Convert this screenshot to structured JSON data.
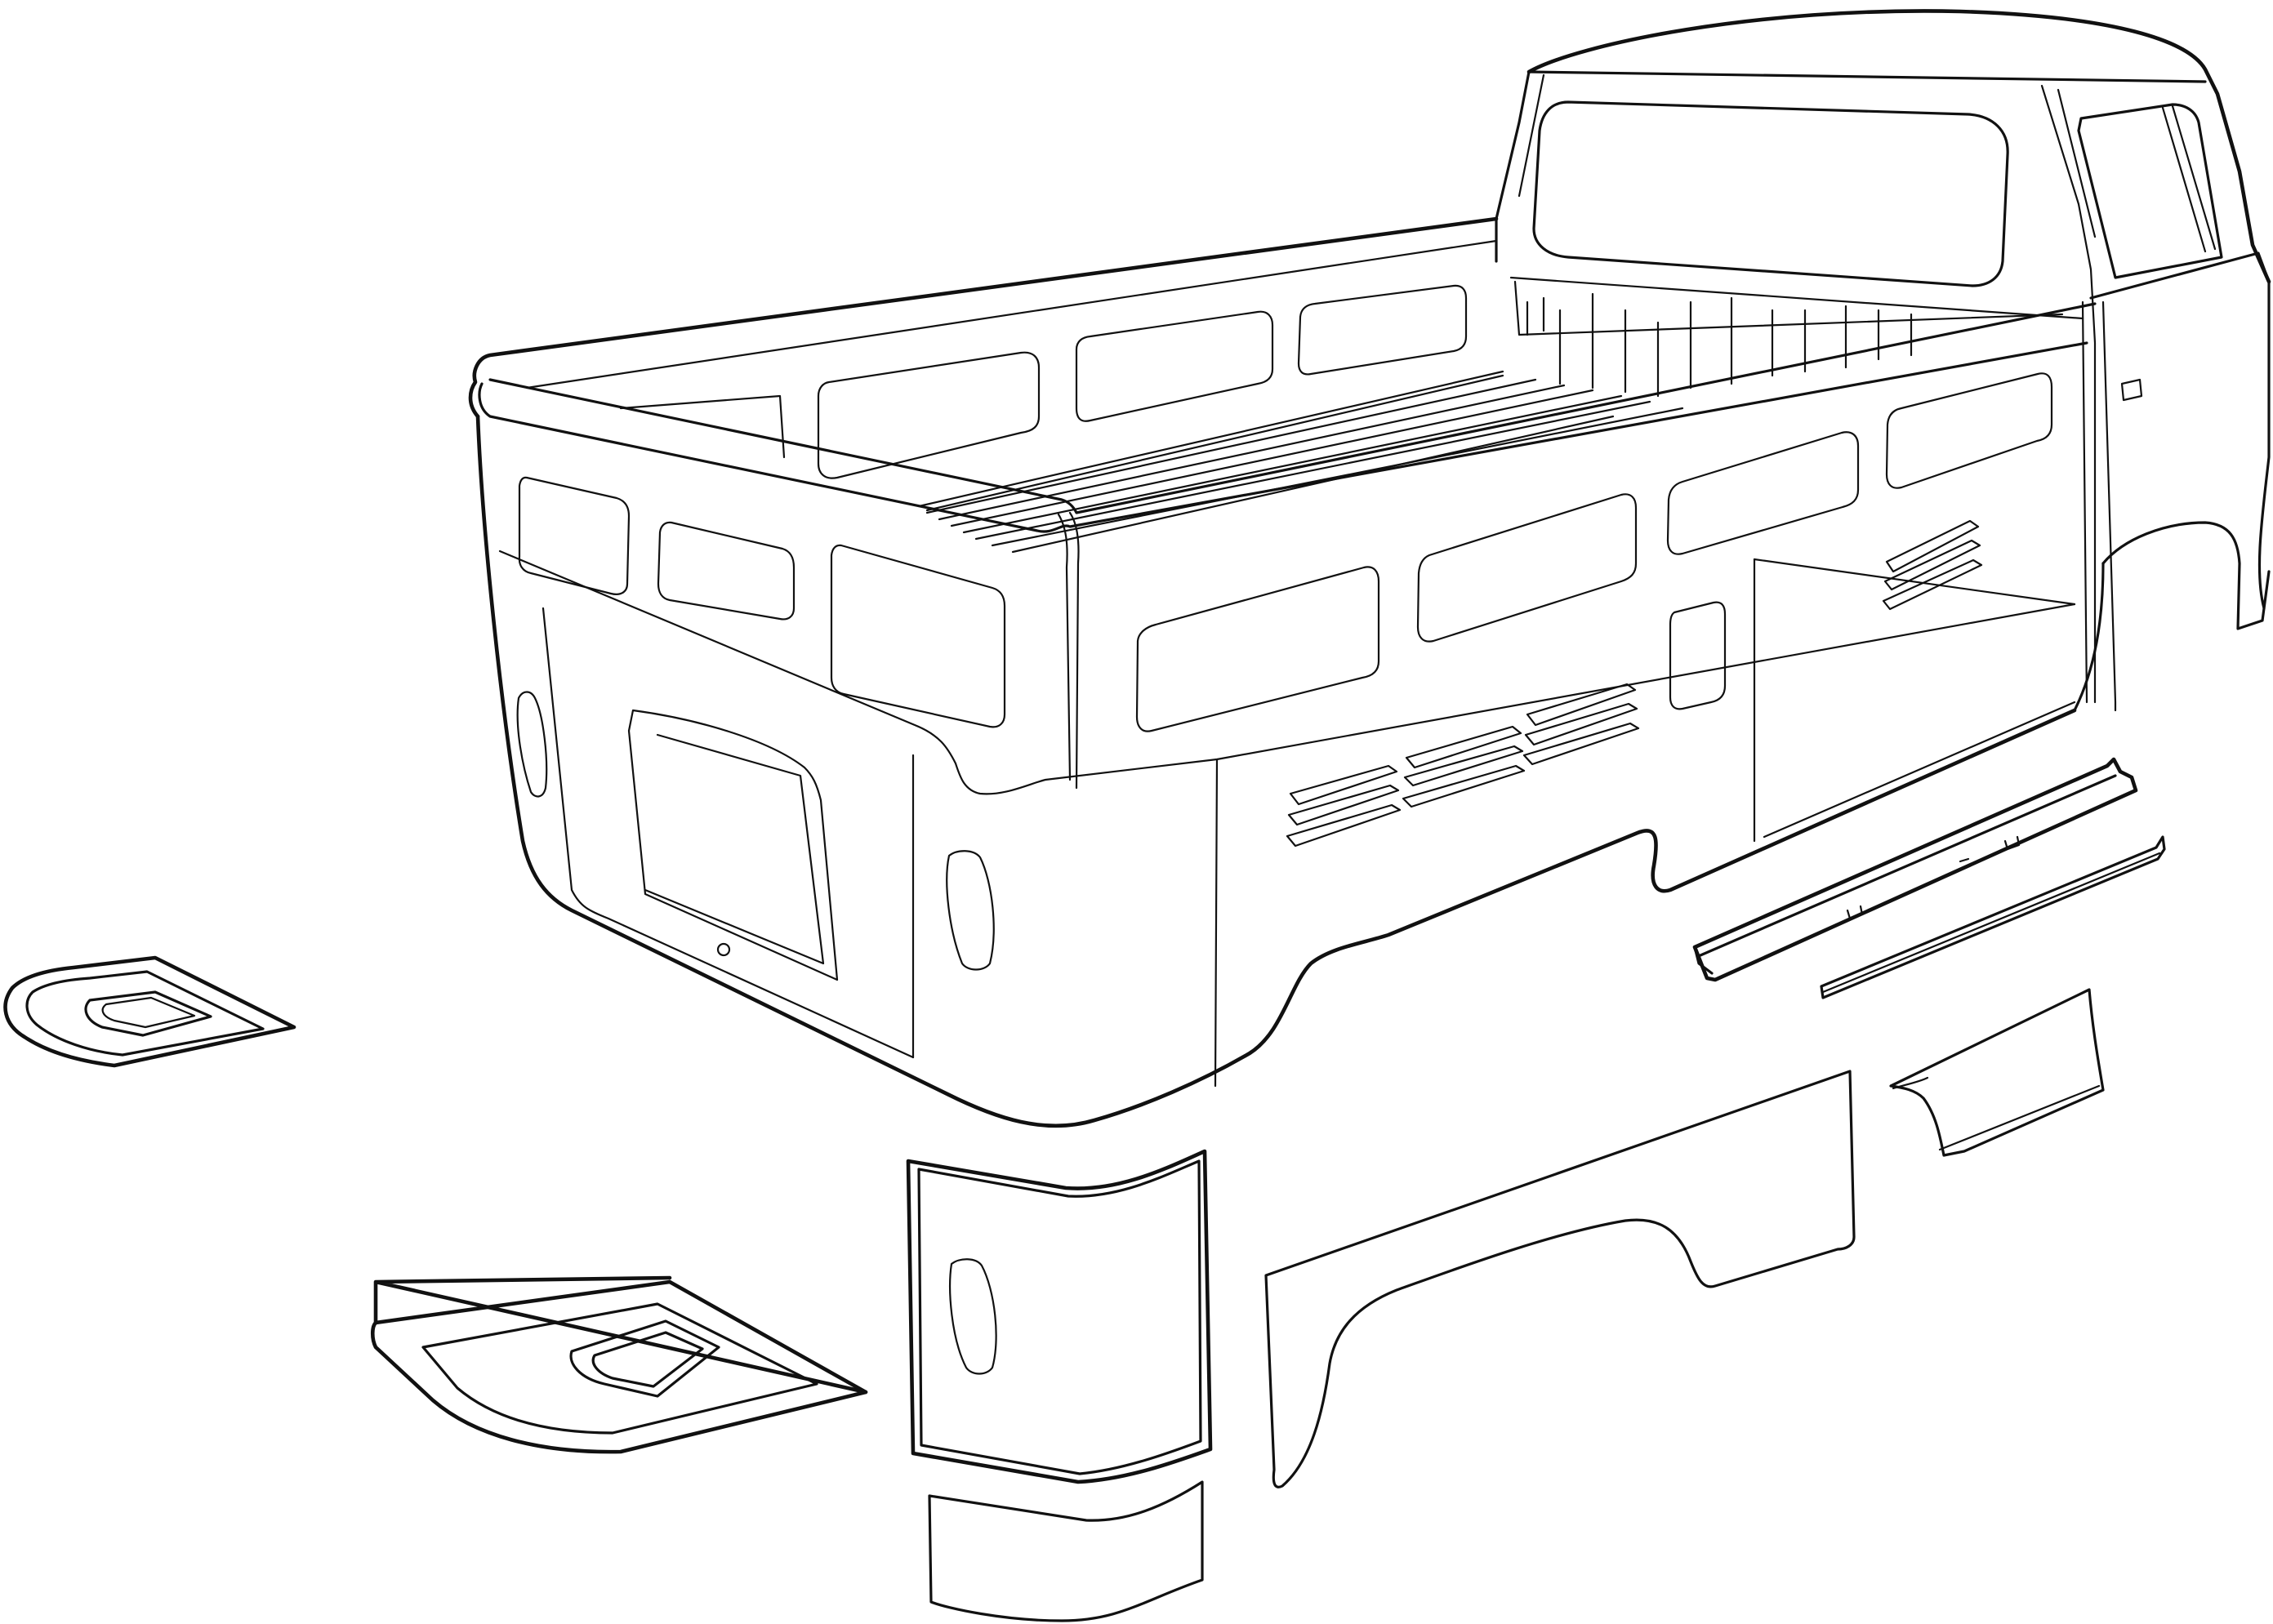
{
  "diagram": {
    "kind": "exploded-parts-line-drawing",
    "subject": "pickup-truck-rear-body-panels",
    "line_color": "#111111",
    "background": "#ffffff",
    "parts": [
      {
        "id": "truck-body"
      },
      {
        "id": "rear-wheel-arch-panel"
      },
      {
        "id": "rear-corner-panel"
      },
      {
        "id": "lower-corner-repair-section"
      },
      {
        "id": "floor-jack-point-large"
      },
      {
        "id": "floor-jack-point-small"
      },
      {
        "id": "rocker-sill-channel"
      },
      {
        "id": "rocker-sill-strip"
      },
      {
        "id": "front-wheel-arch-section"
      }
    ]
  }
}
